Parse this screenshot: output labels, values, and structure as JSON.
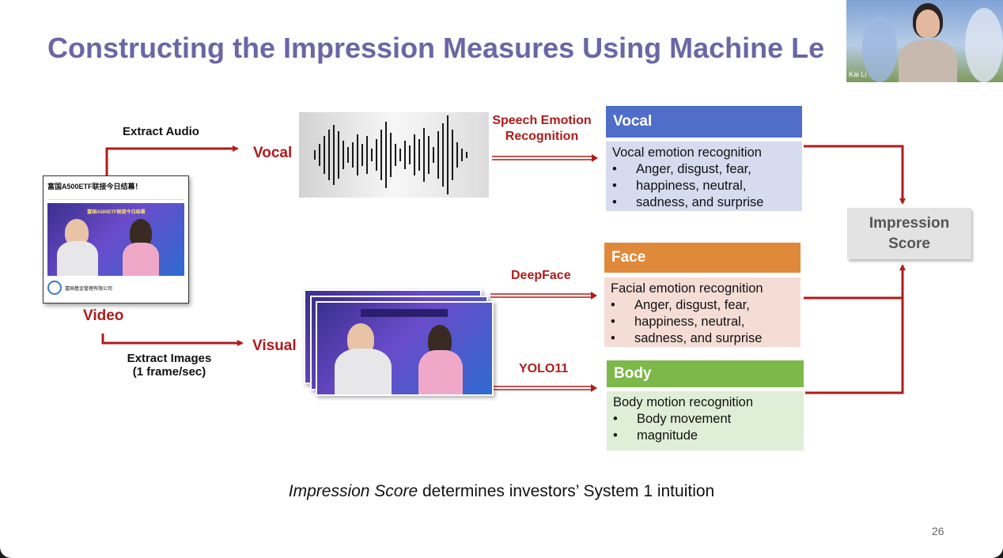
{
  "slide": {
    "title": "Constructing the Impression Measures Using Machine Le",
    "page_number": "26",
    "caption_italic": "Impression Score",
    "caption_rest": " determines investors’ System 1 intuition"
  },
  "left": {
    "extract_audio": "Extract Audio",
    "extract_images_line1": "Extract Images",
    "extract_images_line2": "(1 frame/sec)",
    "video": "Video",
    "vocal": "Vocal",
    "visual": "Visual",
    "thumbnail_title": "富国A500ETF联接今日结幕！",
    "thumbnail_banner": "富国A500ETF联接今日结幕",
    "thumbnail_company": "富国基金管理有限公司"
  },
  "methods": {
    "speech_line1": "Speech Emotion",
    "speech_line2": "Recognition",
    "deepface": "DeepFace",
    "yolo": "YOLO11"
  },
  "boxes": {
    "vocal": {
      "header": "Vocal",
      "desc": "Vocal emotion recognition",
      "bullets": [
        "Anger, disgust, fear,",
        "happiness, neutral,",
        "sadness, and surprise"
      ]
    },
    "face": {
      "header": "Face",
      "desc": "Facial emotion recognition",
      "bullets": [
        "Anger, disgust, fear,",
        "happiness, neutral,",
        "sadness, and surprise"
      ]
    },
    "body": {
      "header": "Body",
      "desc": "Body motion recognition",
      "bullets": [
        "Body movement",
        "magnitude"
      ]
    }
  },
  "impression": {
    "line1": "Impression",
    "line2": "Score"
  },
  "webcam": {
    "name": "Kai Li"
  },
  "colors": {
    "title": "#6b66a6",
    "arrow": "#b01b1b",
    "vocal_header": "#4f6dc9",
    "vocal_body": "#d6dbef",
    "face_header": "#e0893a",
    "face_body": "#f5ddd6",
    "body_header": "#7cb84a",
    "body_body": "#dfeed6"
  }
}
